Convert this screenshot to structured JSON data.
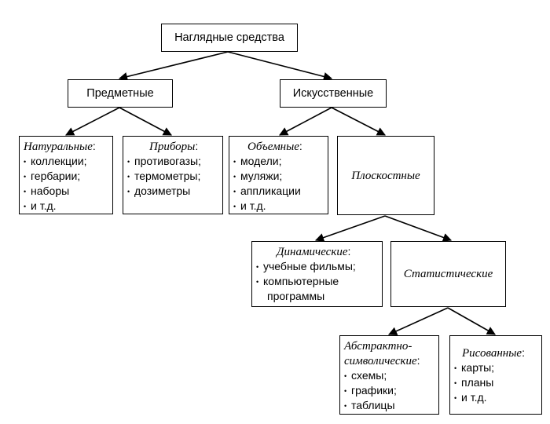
{
  "root": {
    "label": "Наглядные средства"
  },
  "level1": {
    "object": {
      "label": "Предметные"
    },
    "artificial": {
      "label": "Искусственные"
    }
  },
  "natural": {
    "heading": "Натуральные",
    "colon": ":",
    "items": [
      "коллекции;",
      "гербарии;",
      "наборы",
      "и т.д."
    ]
  },
  "devices": {
    "heading": "Приборы",
    "colon": ":",
    "items": [
      "противогазы;",
      "термометры;",
      "дозиметры"
    ]
  },
  "volumetric": {
    "heading": "Объемные",
    "colon": ":",
    "items": [
      "модели;",
      "муляжи;",
      "аппликации",
      "и т.д."
    ]
  },
  "flat": {
    "label": "Плоскостные"
  },
  "dynamic": {
    "heading": "Динамические",
    "colon": ":",
    "items": [
      "учебные фильмы;",
      "компьютерные",
      "программы"
    ]
  },
  "static": {
    "label": "Статистические"
  },
  "abstract": {
    "heading_line1": "Абстрактно-",
    "heading_line2": "символические",
    "colon": ":",
    "items": [
      "схемы;",
      "графики;",
      "таблицы"
    ]
  },
  "drawn": {
    "heading": "Рисованные",
    "colon": ":",
    "items": [
      "карты;",
      "планы",
      "и т.д."
    ]
  },
  "bullet": "•"
}
